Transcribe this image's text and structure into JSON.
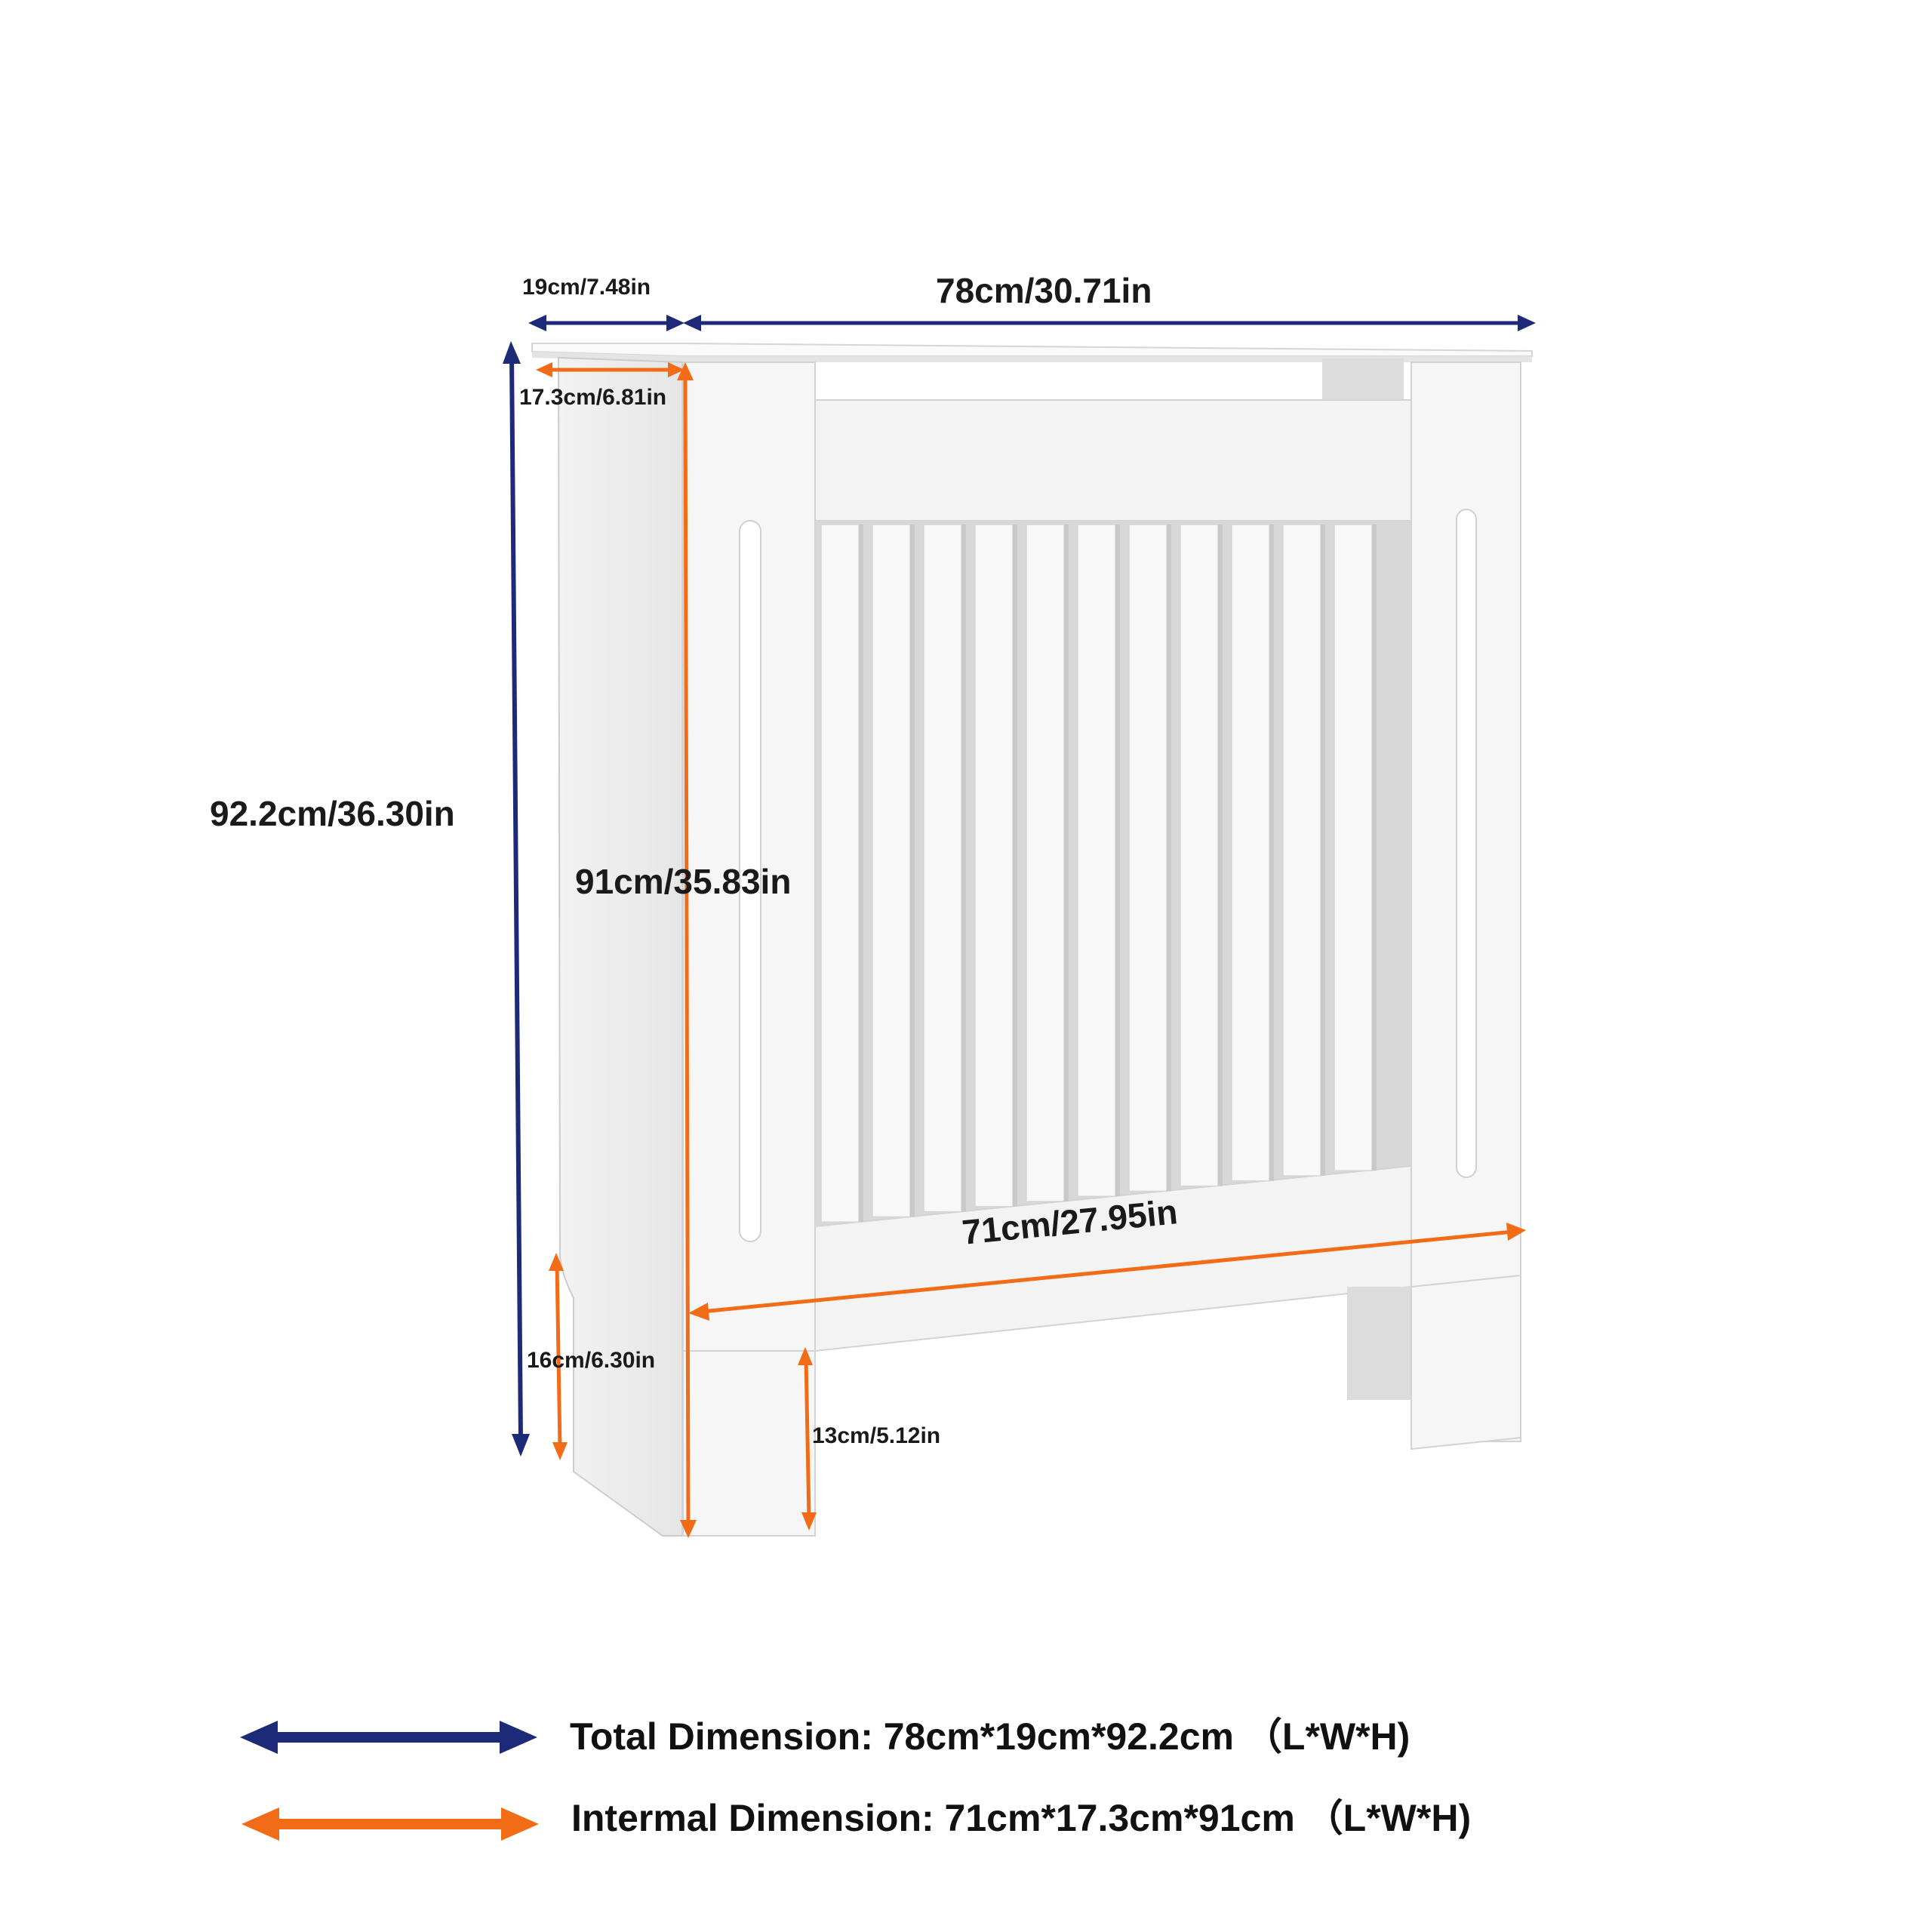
{
  "colors": {
    "total": "#1c2a78",
    "internal": "#f26b16",
    "panel": "#f7f7f7",
    "panel_shadow": "#dcdcdc",
    "panel_dark": "#cfcfcf",
    "edge": "#bdbdbd"
  },
  "dimensions": {
    "top_depth": "19cm/7.48in",
    "top_width": "78cm/30.71in",
    "inner_depth": "17.3cm/6.81in",
    "total_height": "92.2cm/36.30in",
    "inner_height": "91cm/35.83in",
    "inner_width": "71cm/27.95in",
    "side_foot_height": "16cm/6.30in",
    "front_foot_height": "13cm/5.12in"
  },
  "legend": {
    "total": {
      "text": "Total Dimension: 78cm*19cm*92.2cm （L*W*H)",
      "arrow_icon": "double-arrow-icon"
    },
    "internal": {
      "text": "Intermal Dimension: 71cm*17.3cm*91cm （L*W*H)",
      "arrow_icon": "double-arrow-icon"
    }
  }
}
